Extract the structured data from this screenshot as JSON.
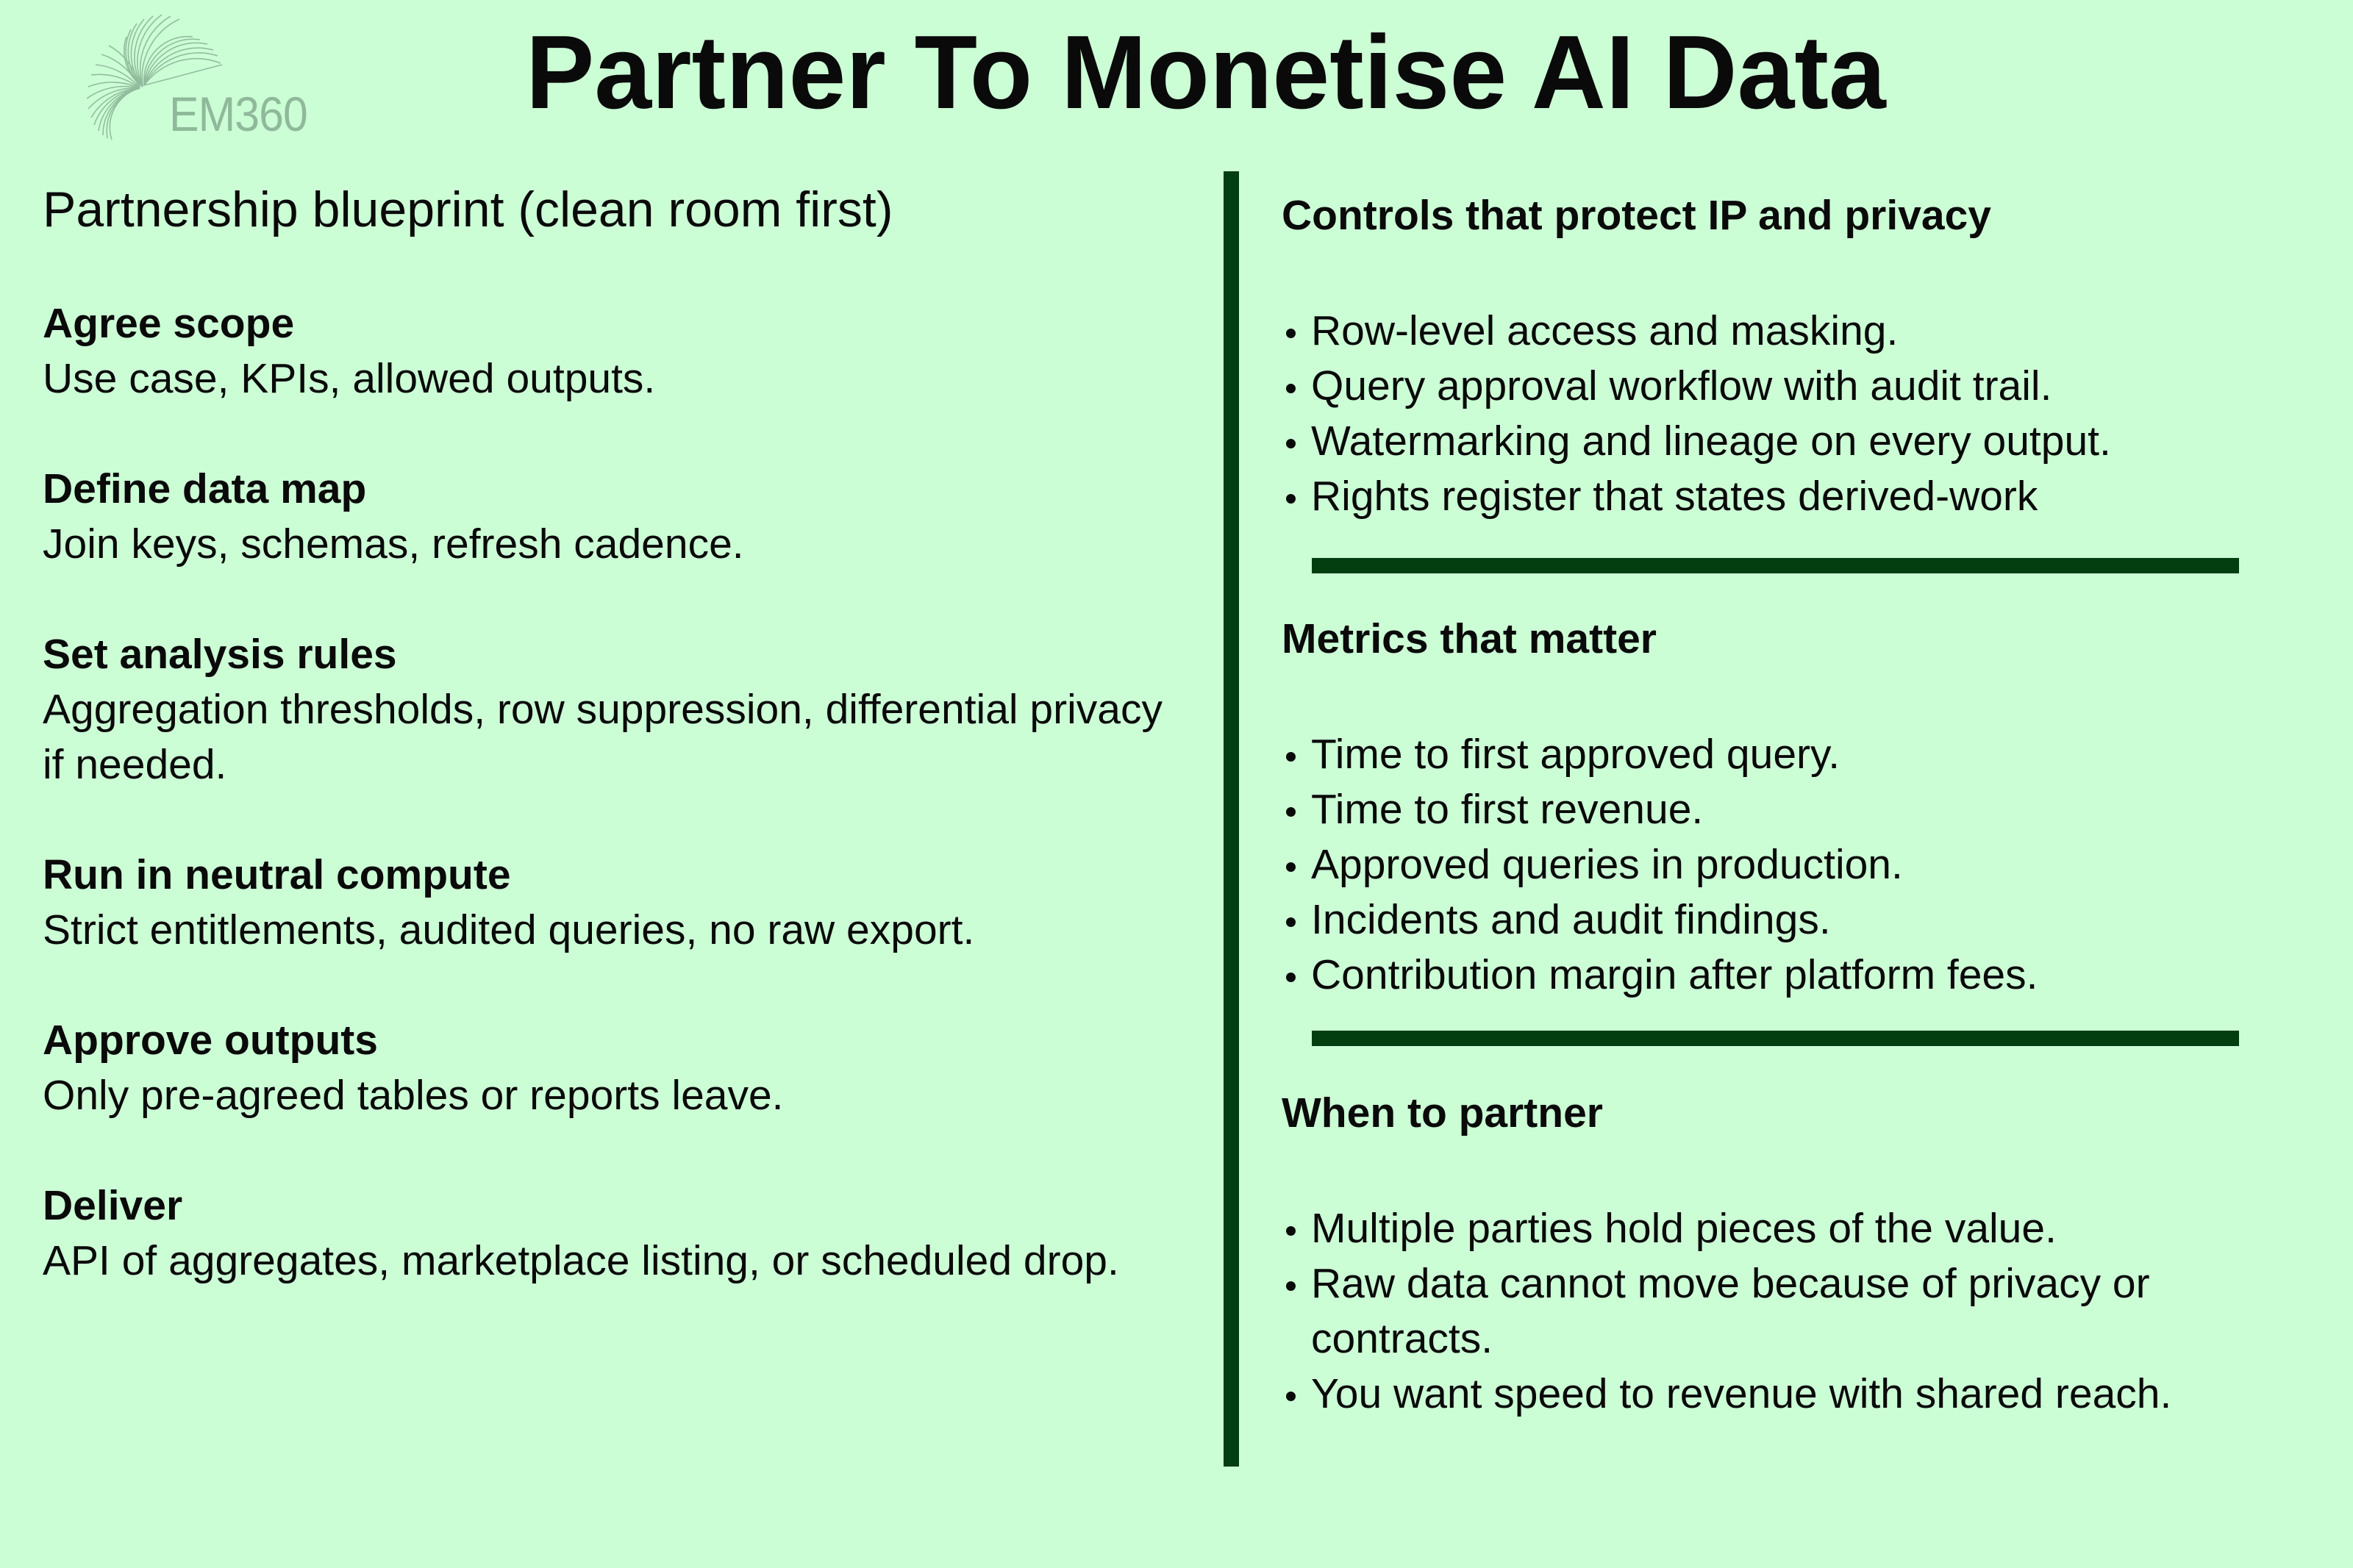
{
  "brand": {
    "logo_text": "EM360",
    "logo_icon": "concentric-arcs-logo-icon",
    "logo_color": "#8fb99a"
  },
  "page": {
    "title": "Partner To Monetise AI Data",
    "background_color": "#ccfed6",
    "divider_color": "#023e0f"
  },
  "blueprint": {
    "heading": "Partnership blueprint (clean room first)",
    "steps": [
      {
        "title": "Agree scope",
        "description": "Use case, KPIs, allowed outputs."
      },
      {
        "title": "Define data map",
        "description": "Join keys, schemas, refresh cadence."
      },
      {
        "title": "Set analysis rules",
        "description": "Aggregation thresholds, row suppression, differential privacy if needed."
      },
      {
        "title": "Run in neutral compute",
        "description": "Strict entitlements, audited queries, no raw export."
      },
      {
        "title": "Approve outputs",
        "description": "Only pre-agreed tables or reports leave."
      },
      {
        "title": "Deliver",
        "description": "API of aggregates, marketplace listing, or scheduled drop."
      }
    ]
  },
  "controls": {
    "heading": "Controls that protect IP and privacy",
    "items": [
      "Row-level access and masking.",
      "Query approval workflow with audit trail.",
      "Watermarking and lineage on every output.",
      "Rights register that states derived-work"
    ]
  },
  "metrics": {
    "heading": "Metrics that matter",
    "items": [
      "Time to first approved query.",
      "Time to first revenue.",
      "Approved queries in production.",
      "Incidents and audit findings.",
      "Contribution margin after platform fees."
    ]
  },
  "when_to_partner": {
    "heading": "When to partner",
    "items": [
      "Multiple parties hold pieces of the value.",
      "Raw data cannot move because of privacy or contracts.",
      "You want speed to revenue with shared reach."
    ]
  }
}
